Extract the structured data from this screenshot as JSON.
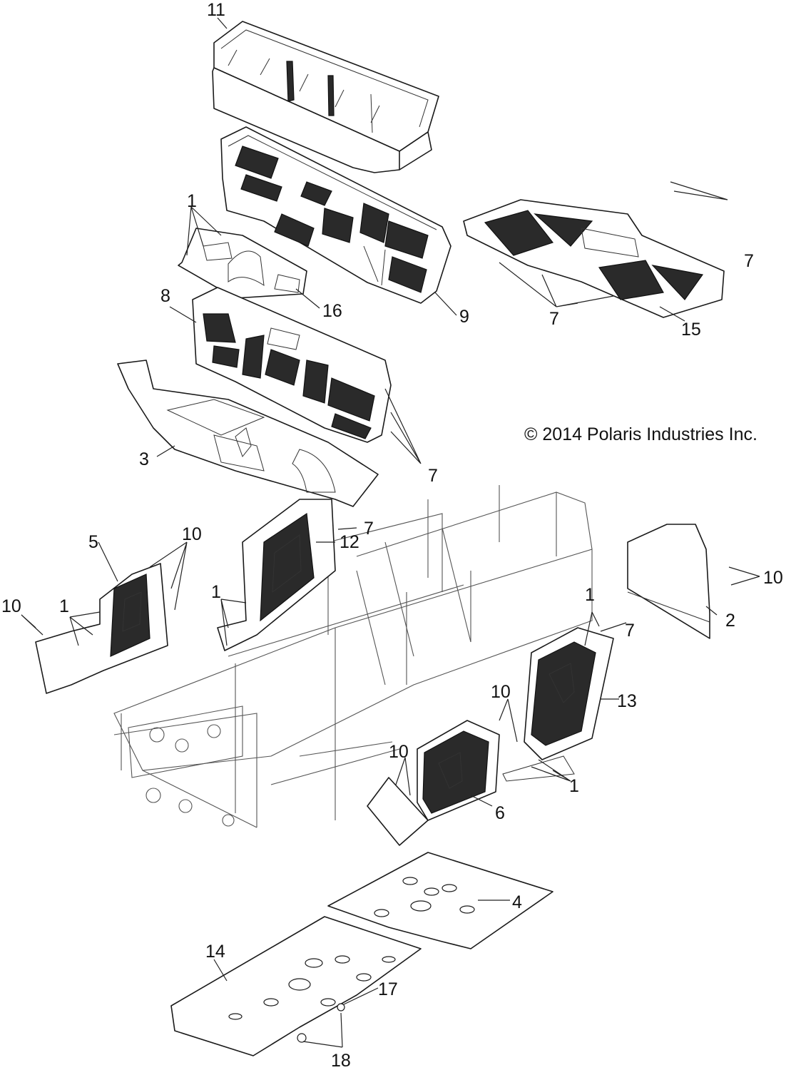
{
  "copyright": "© 2014 Polaris Industries Inc.",
  "callouts": [
    {
      "id": "c11",
      "label": "11"
    },
    {
      "id": "c1a",
      "label": "1"
    },
    {
      "id": "c16",
      "label": "16"
    },
    {
      "id": "c9",
      "label": "9"
    },
    {
      "id": "c7a",
      "label": "7"
    },
    {
      "id": "c7b",
      "label": "7"
    },
    {
      "id": "c15",
      "label": "15"
    },
    {
      "id": "c8",
      "label": "8"
    },
    {
      "id": "c3",
      "label": "3"
    },
    {
      "id": "c7c",
      "label": "7"
    },
    {
      "id": "c7d",
      "label": "7"
    },
    {
      "id": "c10a",
      "label": "10"
    },
    {
      "id": "c5",
      "label": "5"
    },
    {
      "id": "c12",
      "label": "12"
    },
    {
      "id": "c1b",
      "label": "1"
    },
    {
      "id": "c10b",
      "label": "10"
    },
    {
      "id": "c1c",
      "label": "1"
    },
    {
      "id": "c10c",
      "label": "10"
    },
    {
      "id": "c2",
      "label": "2"
    },
    {
      "id": "c1d",
      "label": "1"
    },
    {
      "id": "c7e",
      "label": "7"
    },
    {
      "id": "c13",
      "label": "13"
    },
    {
      "id": "c10d",
      "label": "10"
    },
    {
      "id": "c10e",
      "label": "10"
    },
    {
      "id": "c1e",
      "label": "1"
    },
    {
      "id": "c6",
      "label": "6"
    },
    {
      "id": "c4",
      "label": "4"
    },
    {
      "id": "c14",
      "label": "14"
    },
    {
      "id": "c17",
      "label": "17"
    },
    {
      "id": "c18",
      "label": "18"
    }
  ]
}
